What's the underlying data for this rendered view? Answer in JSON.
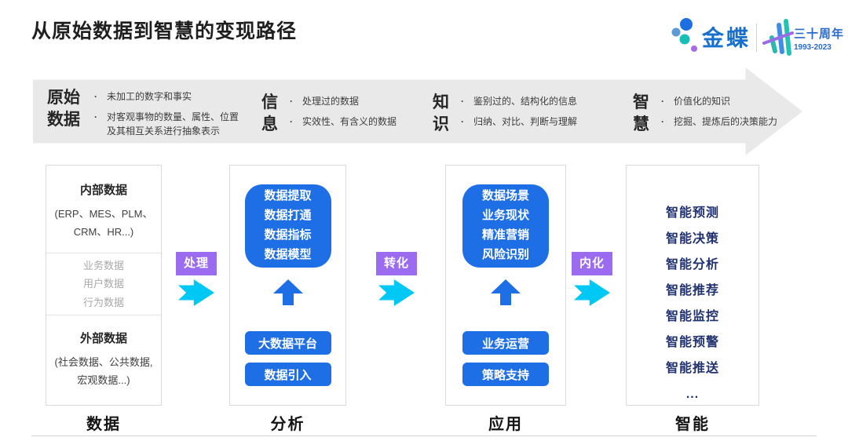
{
  "title": "从原始数据到智慧的变现路径",
  "logo": {
    "brand": "金蝶",
    "anniversary": "三十周年",
    "years": "1993-2023"
  },
  "colors": {
    "accent_blue": "#1E6FE6",
    "navy_text": "#203170",
    "purple_label": "#9B6BF0",
    "cyan_arrow": "#00C8F4",
    "banner_gray": "#E9E9E9",
    "brand_blue": "#1870CC"
  },
  "banner": {
    "stages": [
      {
        "label": "原始数据",
        "points": [
          "未加工的数字和事实",
          "对客观事物的数量、属性、位置及其相互关系进行抽象表示"
        ]
      },
      {
        "label": "信息",
        "points": [
          "处理过的数据",
          "实效性、有含义的数据"
        ]
      },
      {
        "label": "知识",
        "points": [
          "鉴别过的、结构化的信息",
          "归纳、对比、判断与理解"
        ]
      },
      {
        "label": "智慧",
        "points": [
          "价值化的知识",
          "挖掘、提炼后的决策能力"
        ]
      }
    ]
  },
  "connectors": [
    {
      "label": "处理"
    },
    {
      "label": "转化"
    },
    {
      "label": "内化"
    }
  ],
  "columns": [
    {
      "footer": "数据",
      "internal_title": "内部数据",
      "internal_detail": "(ERP、MES、PLM、CRM、HR...)",
      "middle_items": [
        "业务数据",
        "用户数据",
        "行为数据"
      ],
      "external_title": "外部数据",
      "external_detail": "(社会数据、公共数据, 宏观数据...)"
    },
    {
      "footer": "分析",
      "stack": [
        "数据提取",
        "数据打通",
        "数据指标",
        "数据模型"
      ],
      "buttons": [
        "大数据平台",
        "数据引入"
      ]
    },
    {
      "footer": "应用",
      "stack": [
        "数据场景",
        "业务现状",
        "精准营销",
        "风险识别"
      ],
      "buttons": [
        "业务运营",
        "策略支持"
      ]
    },
    {
      "footer": "智能",
      "items": [
        "智能预测",
        "智能决策",
        "智能分析",
        "智能推荐",
        "智能监控",
        "智能预警",
        "智能推送",
        "..."
      ]
    }
  ]
}
